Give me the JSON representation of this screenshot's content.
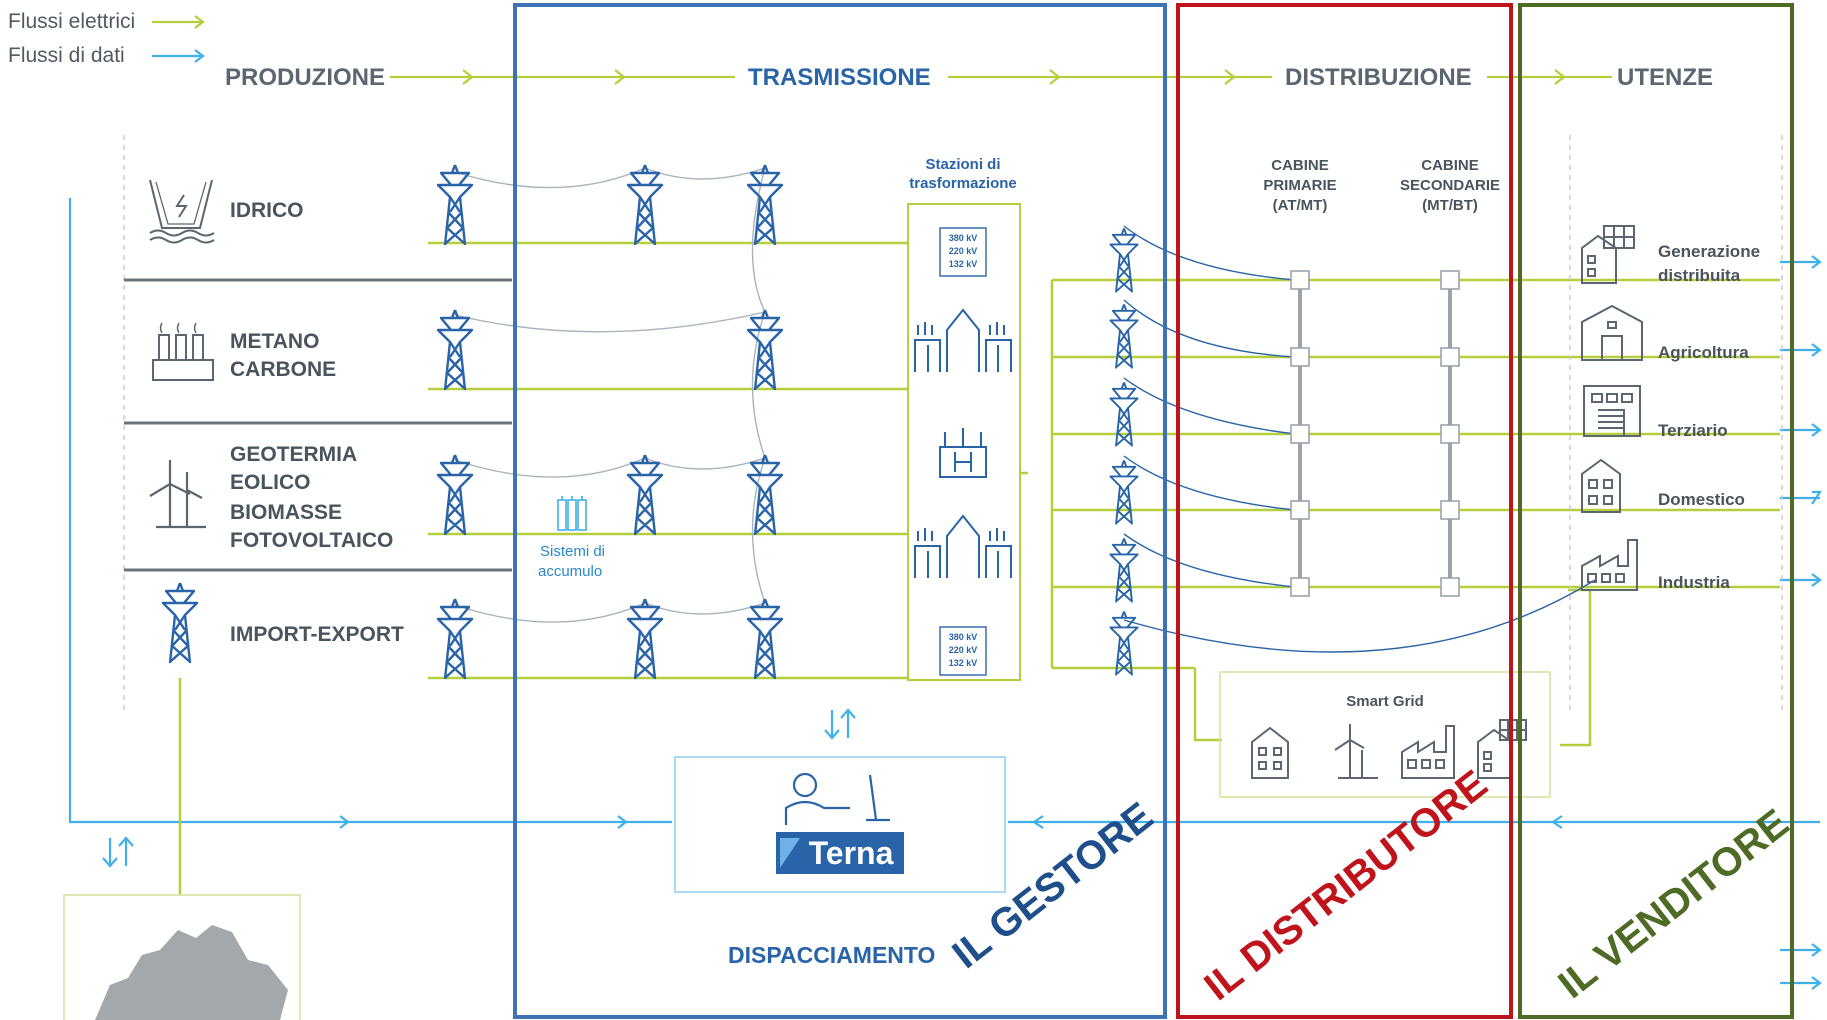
{
  "legend": {
    "electric_label": "Flussi elettrici",
    "data_label": "Flussi di dati"
  },
  "phases": {
    "production": "PRODUZIONE",
    "transmission": "TRASMISSIONE",
    "distribution": "DISTRIBUZIONE",
    "users": "UTENZE"
  },
  "sources": [
    {
      "lines": [
        "IDRICO"
      ],
      "icon": "hydro-dam-icon"
    },
    {
      "lines": [
        "METANO",
        "CARBONE"
      ],
      "icon": "thermal-plant-icon"
    },
    {
      "lines": [
        "GEOTERMIA",
        "EOLICO",
        "BIOMASSE",
        "FOTOVOLTAICO"
      ],
      "icon": "wind-turbine-icon"
    },
    {
      "lines": [
        "IMPORT-EXPORT"
      ],
      "icon": "pylon-icon"
    }
  ],
  "substations": {
    "title_lines": [
      "Stazioni di",
      "trasformazione"
    ],
    "voltages": [
      "380 kV",
      "220 kV",
      "132 kV"
    ]
  },
  "storage": {
    "lines": [
      "Sistemi di",
      "accumulo"
    ]
  },
  "cabins": {
    "primary": [
      "CABINE",
      "PRIMARIE",
      "(AT/MT)"
    ],
    "secondary": [
      "CABINE",
      "SECONDARIE",
      "(MT/BT)"
    ]
  },
  "users": [
    {
      "lines": [
        "Generazione",
        "distribuita"
      ],
      "icon": "solar-building-icon"
    },
    {
      "lines": [
        "Agricoltura"
      ],
      "icon": "barn-icon"
    },
    {
      "lines": [
        "Terziario"
      ],
      "icon": "office-building-icon"
    },
    {
      "lines": [
        "Domestico"
      ],
      "icon": "house-icon"
    },
    {
      "lines": [
        "Industria"
      ],
      "icon": "factory-icon"
    }
  ],
  "smart_grid": {
    "label": "Smart Grid"
  },
  "dispatch": {
    "label": "DISPACCIAMENTO",
    "logo": "Terna"
  },
  "roles": {
    "gestore": "IL GESTORE",
    "distributore": "IL DISTRIBUTORE",
    "venditore": "IL VENDITORE"
  },
  "colors": {
    "electric": "#b5cf3c",
    "data": "#3fb0e8",
    "gestore": "#3d72b4",
    "distributore": "#c0141c",
    "venditore": "#4d6b25"
  }
}
